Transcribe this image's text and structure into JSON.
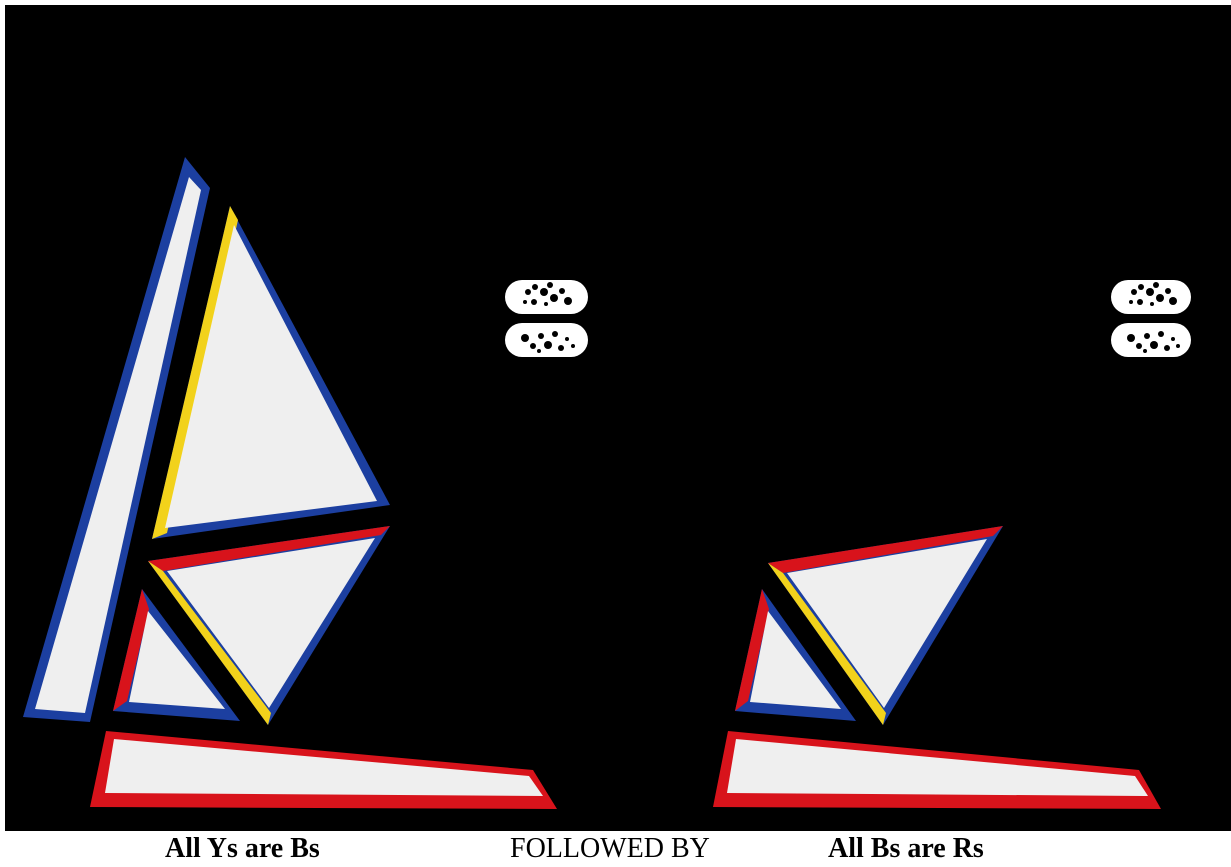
{
  "captions": {
    "left": "All Ys are Bs",
    "middle": "FOLLOWED BY",
    "right": "All Bs are Rs"
  },
  "colors": {
    "background": "#000000",
    "shape_fill": "#efefef",
    "blue_edge": "#1c3fa0",
    "yellow_edge": "#f2d21b",
    "red_edge": "#d8131b",
    "badge": "#ffffff"
  },
  "figure": {
    "left_panel": {
      "pieces": [
        "tall-blue-bar",
        "yellow-blue-sail",
        "red-yellow-blue-triangle",
        "small-red-blue-triangle",
        "red-base-bar"
      ],
      "badges": 2
    },
    "right_panel": {
      "pieces": [
        "red-yellow-blue-triangle",
        "small-red-blue-triangle",
        "red-base-bar"
      ],
      "badges": 2
    }
  }
}
